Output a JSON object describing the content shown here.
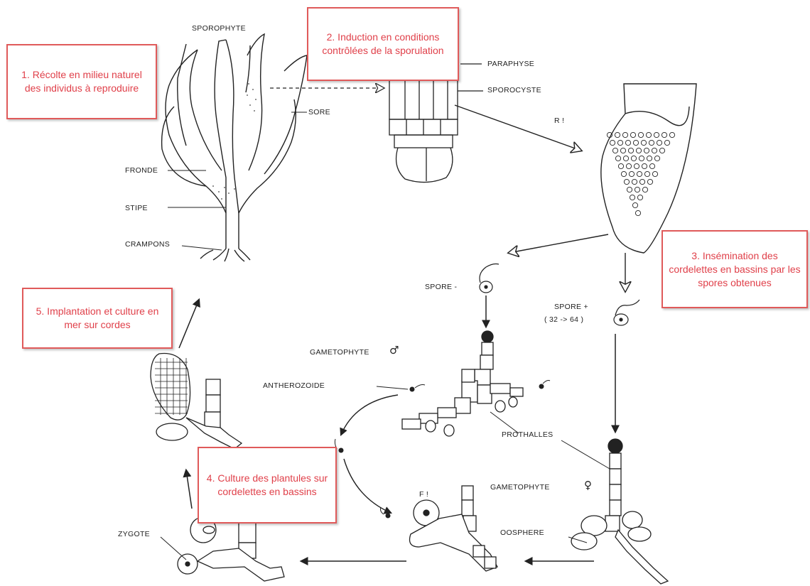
{
  "steps": {
    "s1": "1. Récolte en milieu naturel des individus à reproduire",
    "s2": "2. Induction en conditions contrôlées de la sporulation",
    "s3": "3. Insémination des cordelettes en bassins par les spores obtenues",
    "s4": "4. Culture des plantules sur cordelettes en bassins",
    "s5": "5. Implantation et culture en mer sur cordes"
  },
  "labels": {
    "sporophyte": "SPOROPHYTE",
    "sore": "SORE",
    "fronde": "FRONDE",
    "stipe": "STIPE",
    "crampons": "CRAMPONS",
    "paraphyse": "PARAPHYSE",
    "sporocyste": "SPOROCYSTE",
    "r1": "R !",
    "spore_minus": "SPORE -",
    "spore_plus": "SPORE +",
    "spore_plus_count": "( 32 -> 64 )",
    "gametophyte_male": "GAMETOPHYTE",
    "male_symbol": "♂",
    "antherozoide": "ANTHEROZOIDE",
    "prothalles": "PROTHALLES",
    "gametophyte_female": "GAMETOPHYTE",
    "female_symbol": "♀",
    "oosphere": "OOSPHERE",
    "f1": "F !",
    "zygote": "ZYGOTE"
  },
  "colors": {
    "step_border": "#e05a5a",
    "step_text": "#e0404a",
    "ink": "#222222"
  }
}
